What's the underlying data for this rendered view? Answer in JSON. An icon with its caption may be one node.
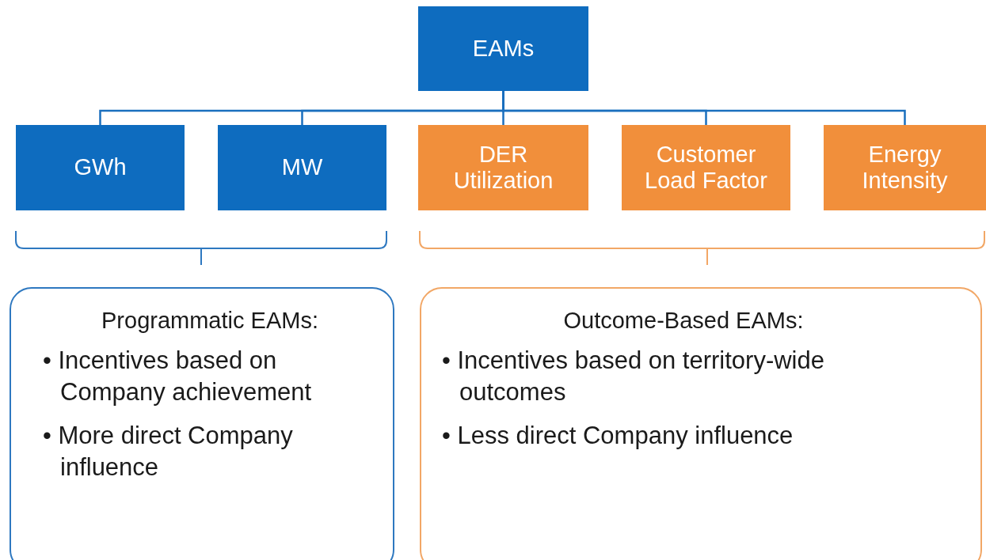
{
  "diagram": {
    "nodes": [
      {
        "text": [
          "EAMs"
        ]
      },
      {
        "text": [
          "GWh"
        ]
      },
      {
        "text": [
          "MW"
        ]
      },
      {
        "text": [
          "DER Utilization"
        ]
      },
      {
        "text": [
          "Customer Load Factor"
        ]
      },
      {
        "text": [
          "Energy Intensity"
        ]
      },
      {
        "text": [
          "Programmatic EAMs:",
          "• Incentives based on Company achievement",
          "• More direct Company influence"
        ]
      },
      {
        "text": [
          "Outcome-Based EAMs:",
          "• Incentives based on territory-wide outcomes",
          "• Less direct Company influence"
        ]
      }
    ],
    "edges": [
      {
        "from": 0,
        "to": 1,
        "arrow": "none"
      },
      {
        "from": 0,
        "to": 2,
        "arrow": "none"
      },
      {
        "from": 0,
        "to": 3,
        "arrow": "none"
      },
      {
        "from": 0,
        "to": 4,
        "arrow": "none"
      },
      {
        "from": 0,
        "to": 5,
        "arrow": "none"
      }
    ]
  }
}
